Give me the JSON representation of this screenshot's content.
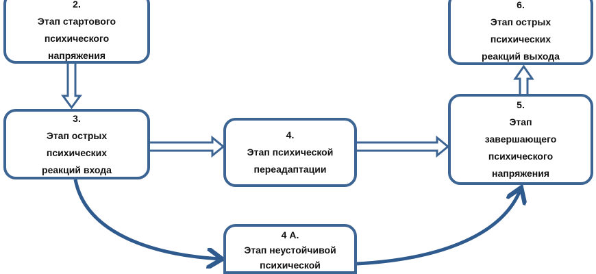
{
  "colors": {
    "border": "#3d6594",
    "text": "#111111"
  },
  "stages": {
    "s2": {
      "num": "2.",
      "lines": [
        "Этап стартового",
        "психического",
        "напряжения"
      ]
    },
    "s3": {
      "num": "3.",
      "lines": [
        "Этап острых",
        "психических",
        "реакций входа"
      ]
    },
    "s4": {
      "num": "4.",
      "lines": [
        "Этап психической",
        "переадаптации"
      ]
    },
    "s4a": {
      "num": "4 А.",
      "lines": [
        "Этап  неустойчивой",
        "психической"
      ]
    },
    "s5": {
      "num": "5.",
      "lines": [
        "Этап",
        "завершающего",
        "психического",
        "напряжения"
      ]
    },
    "s6": {
      "num": "6.",
      "lines": [
        "Этап острых",
        "психических",
        "реакций выхода"
      ]
    }
  }
}
